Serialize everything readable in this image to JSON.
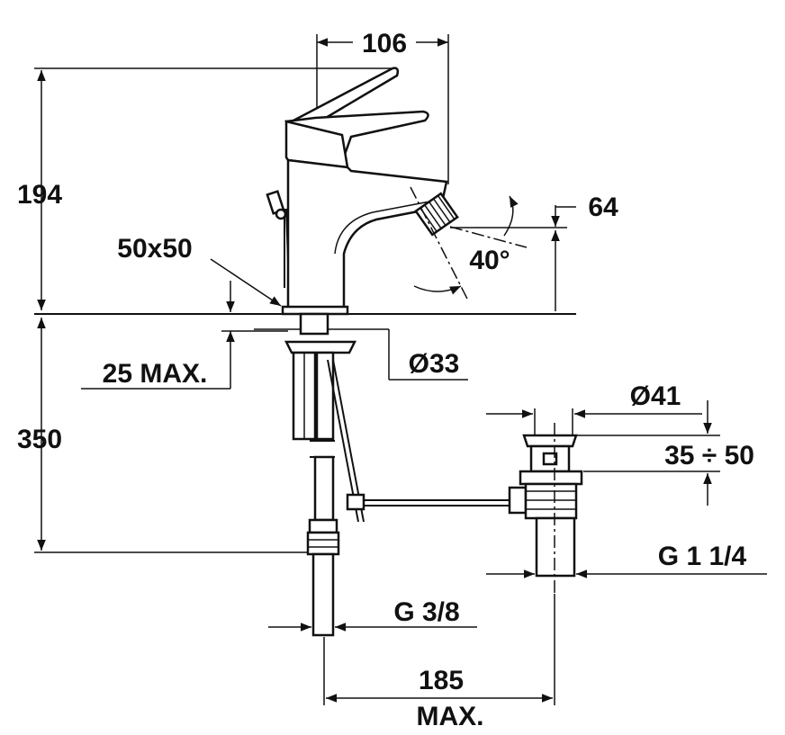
{
  "dimensions": {
    "width_top": "106",
    "height_upper": "194",
    "base_size": "50x50",
    "deck_thickness": "25 MAX.",
    "hole_diameter": "Ø33",
    "spout_height": "64",
    "spray_angle": "40°",
    "height_lower": "350",
    "waste_diameter": "Ø41",
    "waste_range": "35 ÷ 50",
    "waste_thread": "G 1 1/4",
    "inlet_thread": "G 3/8",
    "offset_value": "185",
    "offset_note": "MAX."
  },
  "colors": {
    "line": "#111111",
    "background": "#ffffff"
  }
}
